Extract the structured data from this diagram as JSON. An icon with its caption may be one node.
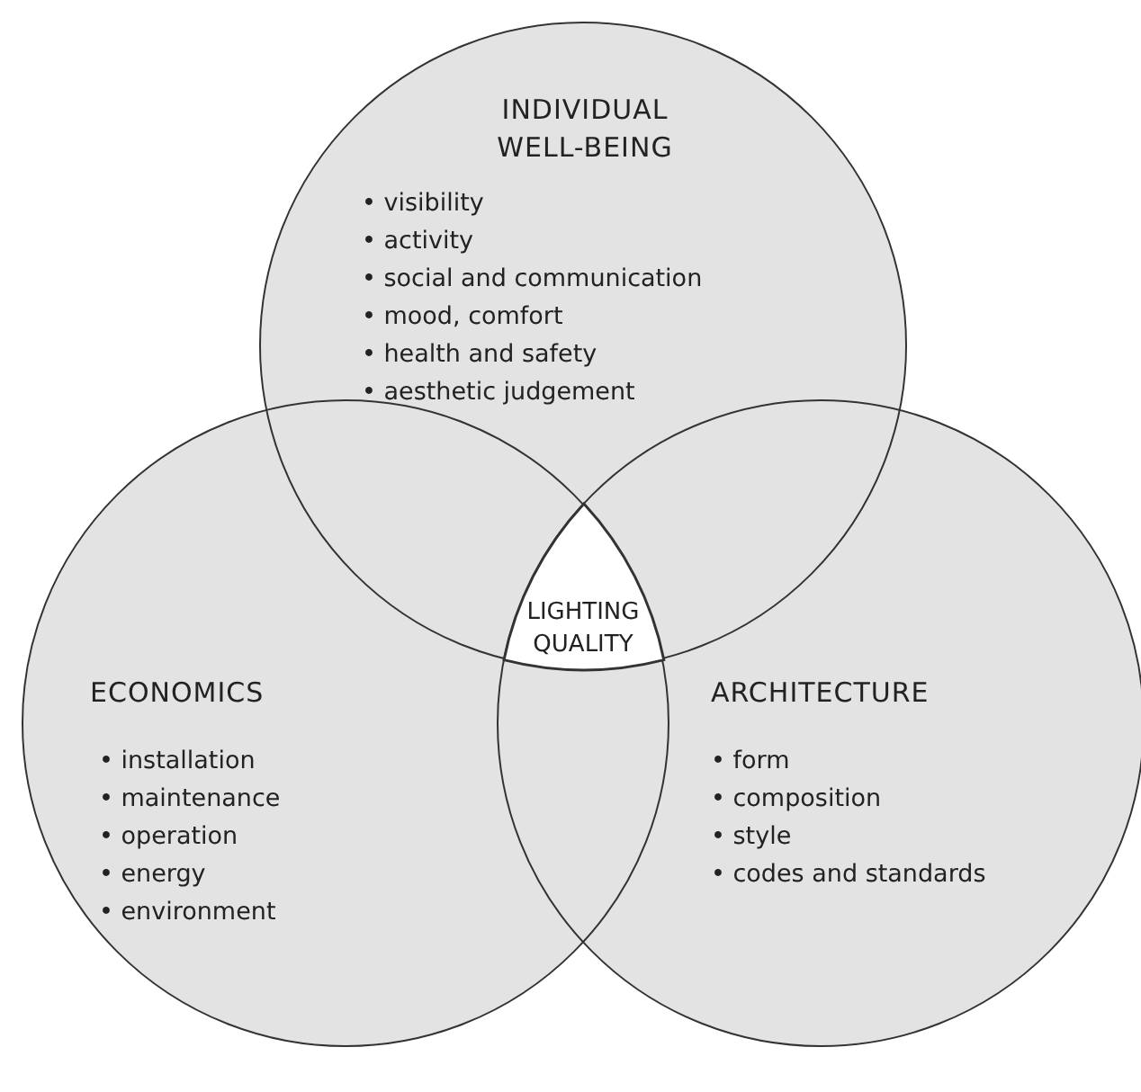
{
  "diagram": {
    "nodes": [
      {
        "text": [
          "INDIVIDUAL WELL-BEING",
          "• visibility",
          "• activity",
          "• social and communication",
          "• mood, comfort",
          "• health and safety",
          "• aesthetic judgement"
        ]
      },
      {
        "text": [
          "ECONOMICS",
          "• installation",
          "• maintenance",
          "• operation",
          "• energy",
          "• environment"
        ]
      },
      {
        "text": [
          "ARCHITECTURE",
          "• form",
          "• composition",
          "• style",
          "• codes and standards"
        ]
      },
      {
        "text": [
          "LIGHTING QUALITY"
        ]
      }
    ],
    "edges": []
  }
}
